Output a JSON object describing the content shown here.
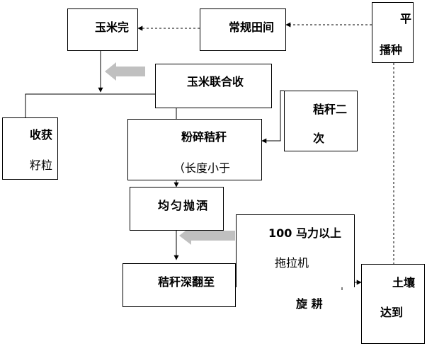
{
  "nodes": {
    "corn_finish": "玉米完",
    "normal_field": "常规田间",
    "flat_sow_1": "平",
    "flat_sow_2": "播种",
    "corn_combine": "玉米联合收",
    "straw_twice_1": "秸秆二",
    "straw_twice_2": "次",
    "harvest_1": "收获",
    "harvest_2": "籽粒",
    "crush_1": "粉碎秸秆",
    "crush_2": "（长度小于",
    "spread": "均匀抛洒",
    "tractor_1": "100  马力以上",
    "tractor_2": "拖拉机",
    "deep_plow": "秸秆深翻至",
    "rotary_till": "旋  耕",
    "soil_1": "土壤",
    "soil_2": "达到"
  },
  "colors": {
    "line": "#000000",
    "wide_arrow": "#c0c0c0"
  }
}
